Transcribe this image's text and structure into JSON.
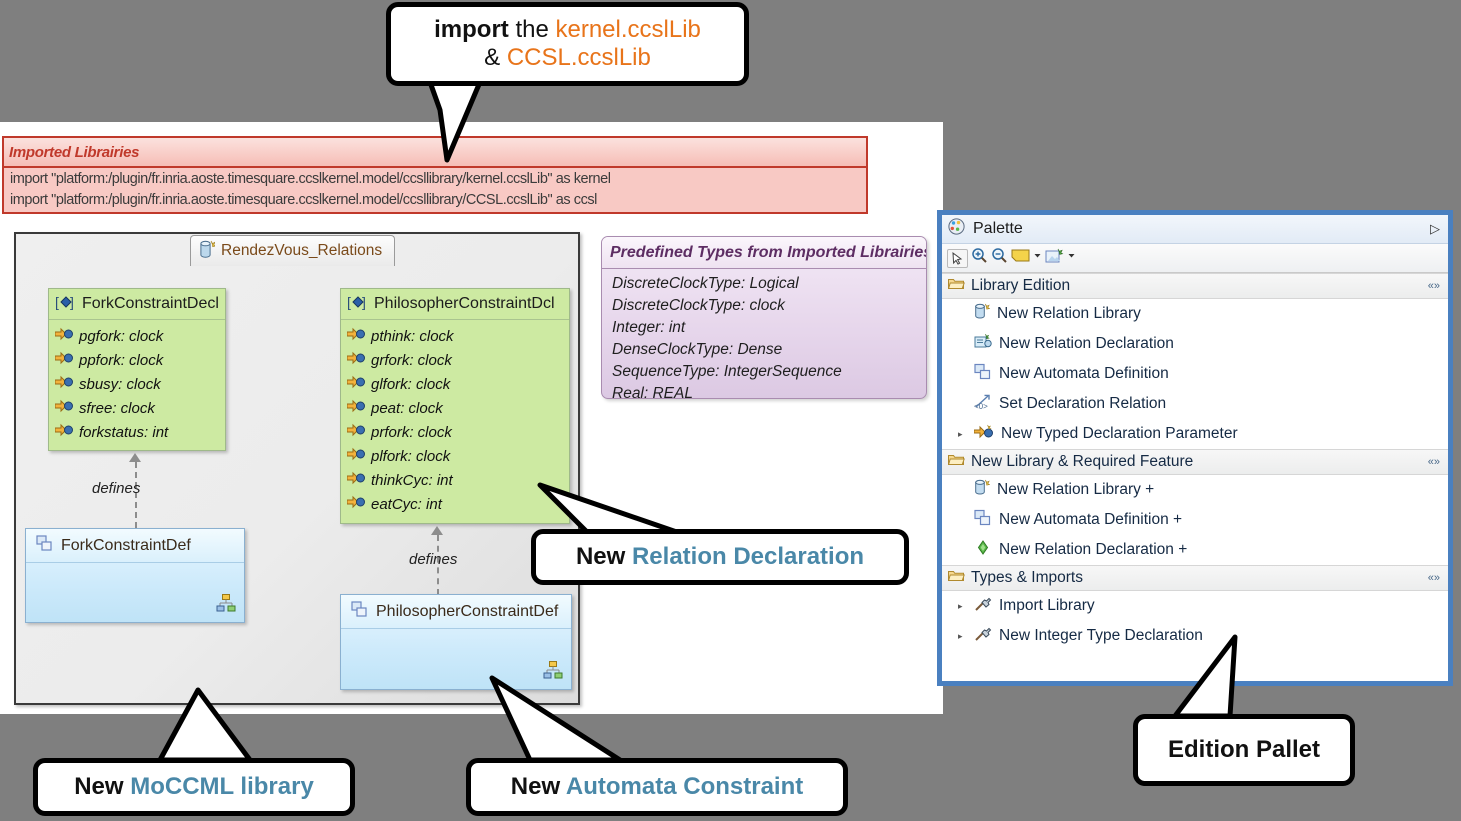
{
  "theme": {
    "page_background": "#7f7f7f",
    "callout_accent": "#4a88a8",
    "callout_orange": "#e8741a",
    "palette_border": "#4a80c0",
    "imported_libs_border": "#c0392b",
    "declaration_fill": "#cdeaa2",
    "definition_fill": "#cdeafb",
    "predefined_fill": "#e7d7ec"
  },
  "imported_libraries": {
    "title": "Imported Librairies",
    "lines": [
      "import \"platform:/plugin/fr.inria.aoste.timesquare.ccslkernel.model/ccsllibrary/kernel.ccslLib\" as kernel",
      "import \"platform:/plugin/fr.inria.aoste.timesquare.ccslkernel.model/ccsllibrary/CCSL.ccslLib\" as ccsl"
    ]
  },
  "diagram": {
    "tab_label": "RendezVous_Relations",
    "tab_icon": "relation-library-icon",
    "relation_label": "defines",
    "classes": [
      {
        "name": "ForkConstraintDecl",
        "kind": "declaration",
        "header_icon": "relation-declaration-icon",
        "attributes": [
          "pgfork: clock",
          "ppfork: clock",
          "sbusy: clock",
          "sfree: clock",
          "forkstatus: int"
        ]
      },
      {
        "name": "PhilosopherConstraintDcl",
        "kind": "declaration",
        "header_icon": "relation-declaration-icon",
        "attributes": [
          "pthink: clock",
          "grfork: clock",
          "glfork: clock",
          "peat: clock",
          "prfork: clock",
          "plfork: clock",
          "thinkCyc: int",
          "eatCyc: int"
        ]
      },
      {
        "name": "ForkConstraintDef",
        "kind": "definition",
        "header_icon": "automata-definition-icon",
        "corner_icon": "automata-badge-icon"
      },
      {
        "name": "PhilosopherConstraintDef",
        "kind": "definition",
        "header_icon": "automata-definition-icon",
        "corner_icon": "automata-badge-icon"
      }
    ]
  },
  "predefined_types": {
    "title": "Predefined Types from Imported Librairies",
    "lines": [
      "DiscreteClockType: Logical",
      "DiscreteClockType: clock",
      "Integer: int",
      "DenseClockType: Dense",
      "SequenceType: IntegerSequence",
      "Real: REAL"
    ]
  },
  "palette": {
    "title": "Palette",
    "collapse_glyph": "▷",
    "toolbar": [
      {
        "name": "select-tool",
        "icon": "cursor-icon"
      },
      {
        "name": "zoom-in-tool",
        "icon": "zoom-in-icon"
      },
      {
        "name": "zoom-out-tool",
        "icon": "zoom-out-icon"
      },
      {
        "name": "note-tool",
        "icon": "note-icon"
      },
      {
        "name": "note-dropdown",
        "icon": "chevron-down-icon"
      },
      {
        "name": "attach-note-tool",
        "icon": "note-attachment-icon"
      },
      {
        "name": "attach-dropdown",
        "icon": "chevron-down-icon"
      }
    ],
    "sections": [
      {
        "label": "Library Edition",
        "icon": "folder-open-icon",
        "collapse_glyph": "«»",
        "items": [
          {
            "label": "New Relation Library",
            "icon": "relation-library-icon",
            "expandable": false
          },
          {
            "label": "New Relation Declaration",
            "icon": "relation-declaration-icon",
            "expandable": false
          },
          {
            "label": "New Automata Definition",
            "icon": "automata-definition-icon",
            "expandable": false
          },
          {
            "label": "Set Declaration Relation",
            "icon": "set-declaration-relation-icon",
            "expandable": false
          },
          {
            "label": "New Typed Declaration Parameter",
            "icon": "typed-parameter-icon",
            "expandable": true
          }
        ]
      },
      {
        "label": "New Library & Required Feature",
        "icon": "folder-open-icon",
        "collapse_glyph": "«»",
        "items": [
          {
            "label": "New Relation Library +",
            "icon": "relation-library-icon",
            "expandable": false
          },
          {
            "label": "New Automata Definition +",
            "icon": "automata-definition-icon",
            "expandable": false
          },
          {
            "label": "New Relation Declaration +",
            "icon": "green-diamond-icon",
            "expandable": false
          }
        ]
      },
      {
        "label": "Types & Imports",
        "icon": "folder-open-icon",
        "collapse_glyph": "«»",
        "items": [
          {
            "label": "Import Library",
            "icon": "hammer-icon",
            "expandable": true
          },
          {
            "label": "New Integer Type Declaration",
            "icon": "hammer-icon",
            "expandable": true
          }
        ]
      }
    ]
  },
  "callouts": {
    "import": {
      "line1_bold": "import",
      "line1_plain": " the ",
      "line1_accent": "kernel.ccslLib",
      "line2_plain": "& ",
      "line2_accent": "CCSL.ccslLib"
    },
    "relation_declaration": {
      "plain": "New ",
      "accent": "Relation Declaration"
    },
    "moccml_library": {
      "plain": "New ",
      "accent": "MoCCML library"
    },
    "automata_constraint": {
      "plain": "New ",
      "accent": "Automata Constraint"
    },
    "edition_pallet": {
      "plain": "Edition Pallet",
      "accent": ""
    }
  }
}
